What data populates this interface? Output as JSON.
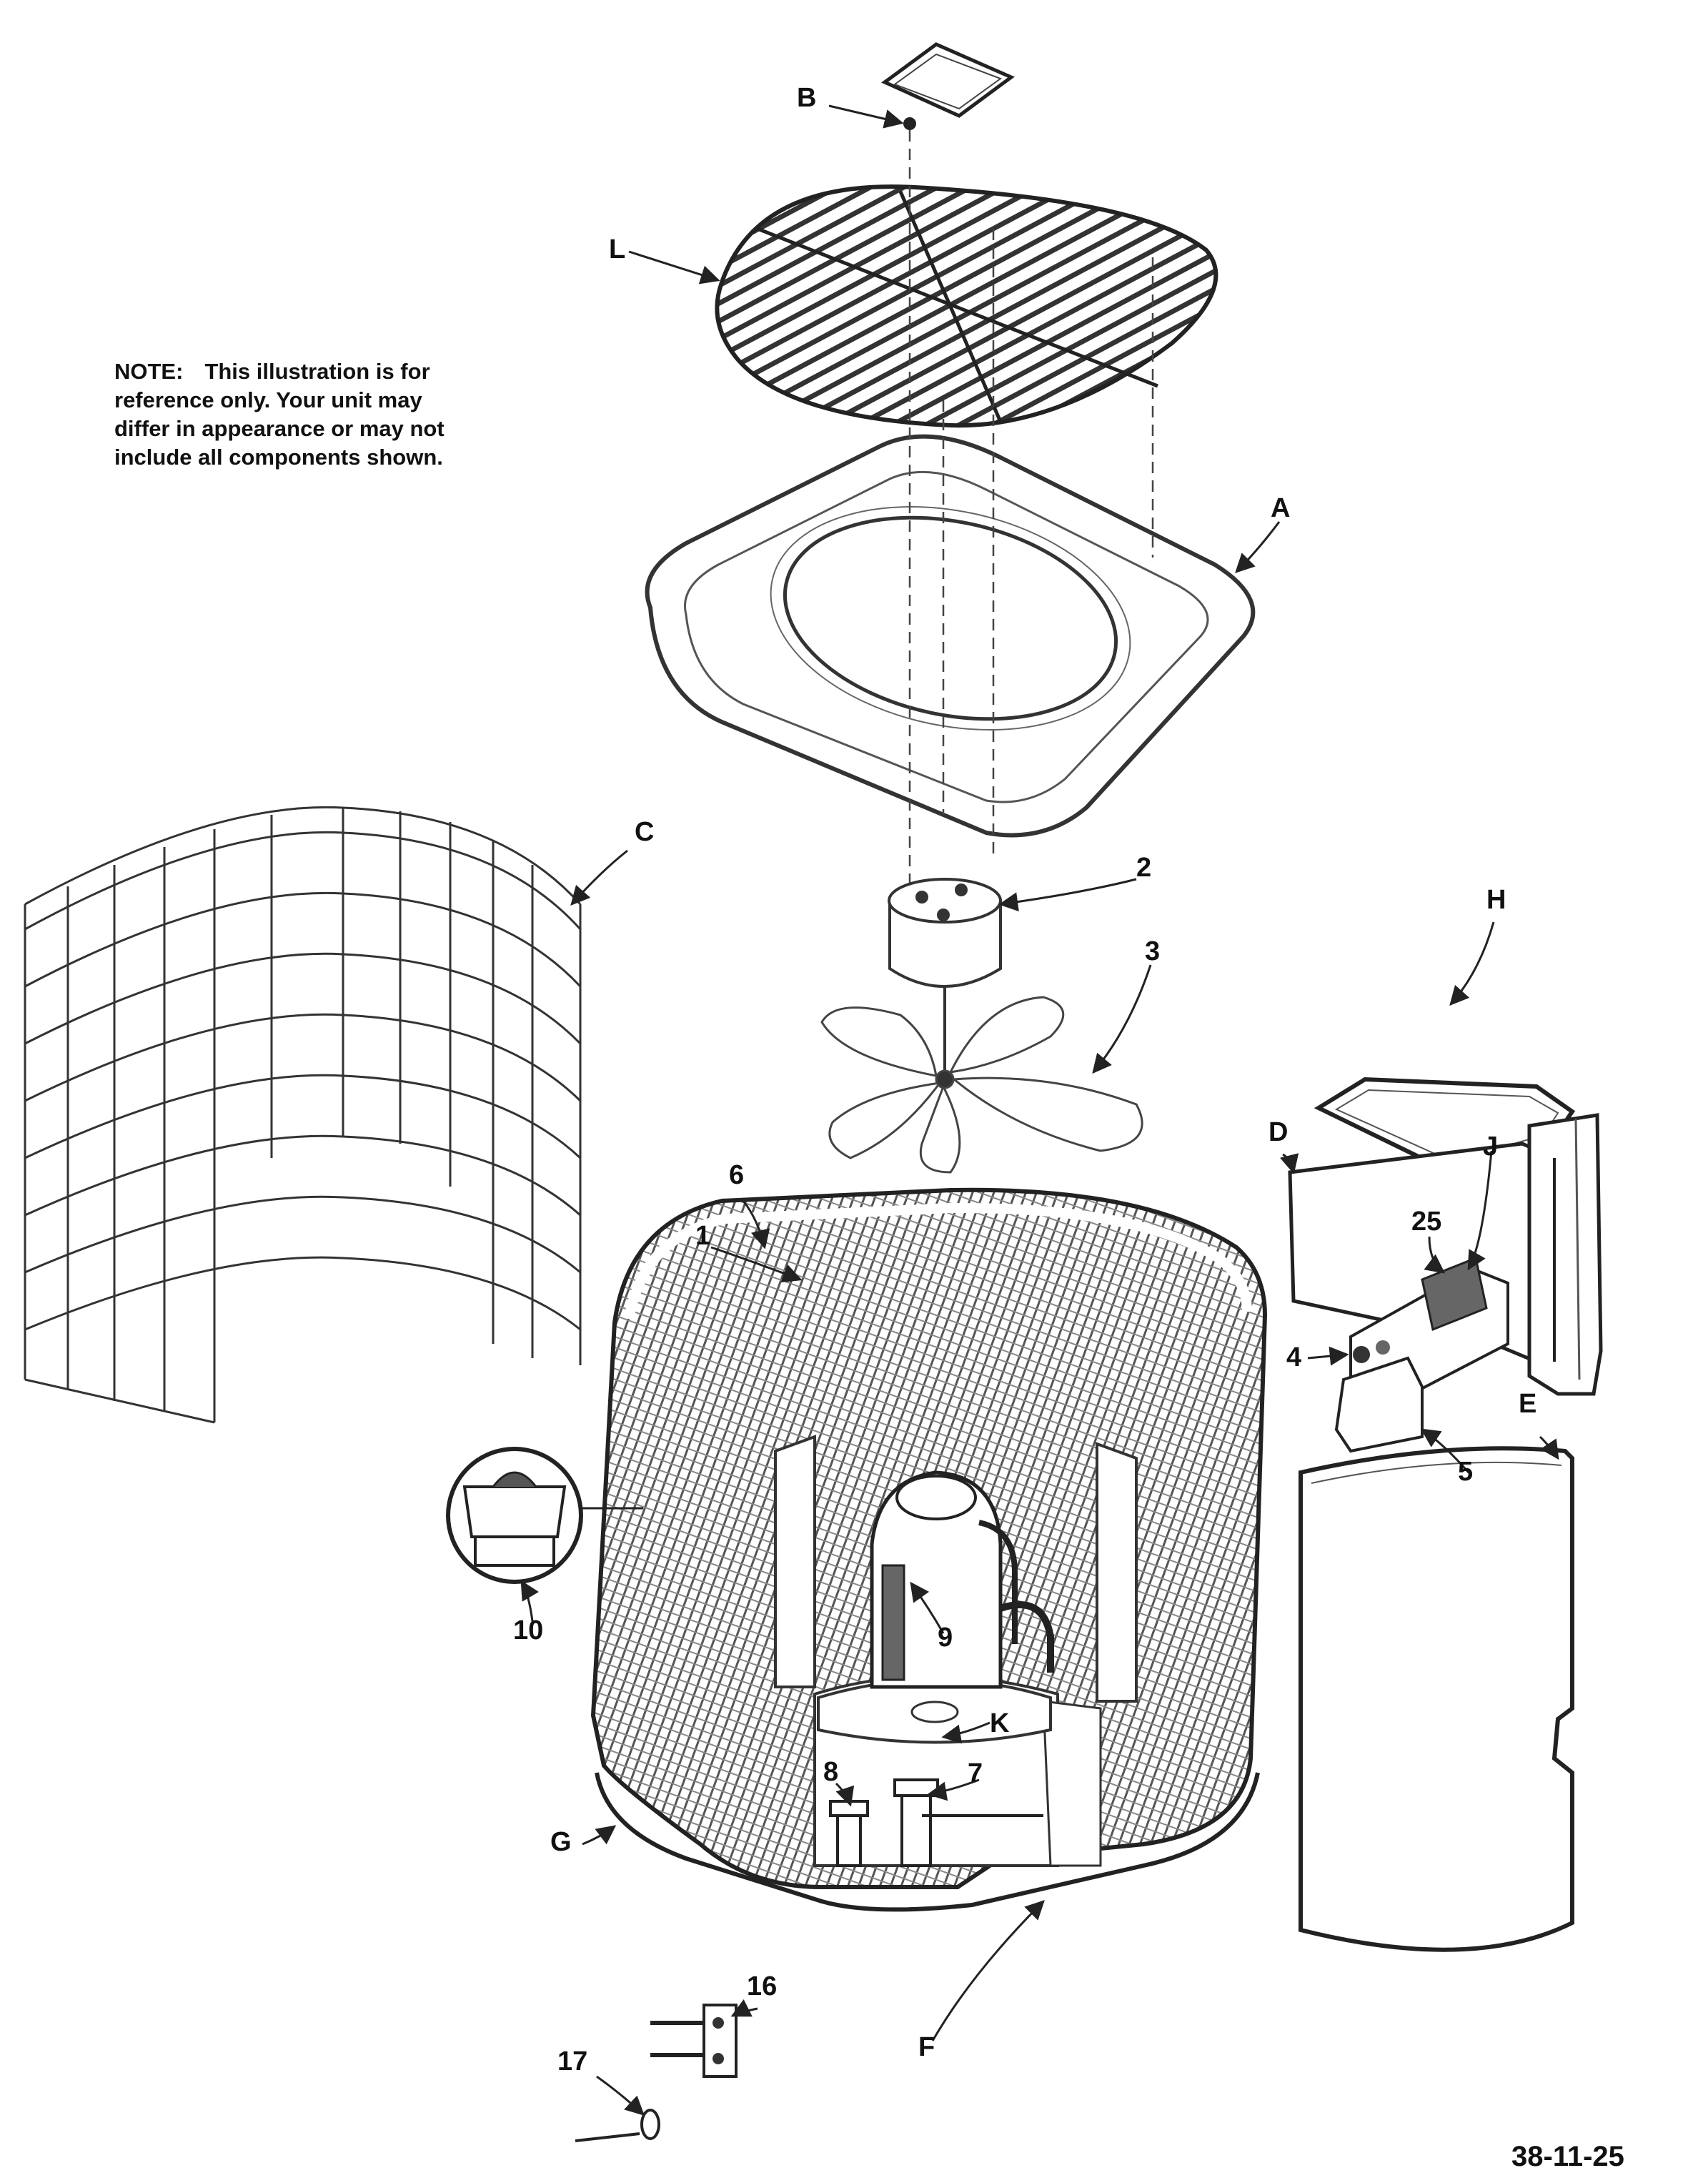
{
  "note": {
    "label": "NOTE:",
    "lines": [
      "This illustration is for",
      "reference only.    Your unit may",
      "differ in appearance or may not",
      "include all components shown."
    ]
  },
  "callouts": {
    "A": "A",
    "B": "B",
    "C": "C",
    "D": "D",
    "E": "E",
    "F": "F",
    "G": "G",
    "H": "H",
    "J": "J",
    "K": "K",
    "L": "L",
    "n1": "1",
    "n2": "2",
    "n3": "3",
    "n4": "4",
    "n5": "5",
    "n6": "6",
    "n7": "7",
    "n8": "8",
    "n9": "9",
    "n10": "10",
    "n16": "16",
    "n17": "17",
    "n25": "25"
  },
  "document_number": "38-11-25",
  "colors": {
    "line": "#222222",
    "fill_dark": "#555555",
    "hatch": "#666666"
  }
}
